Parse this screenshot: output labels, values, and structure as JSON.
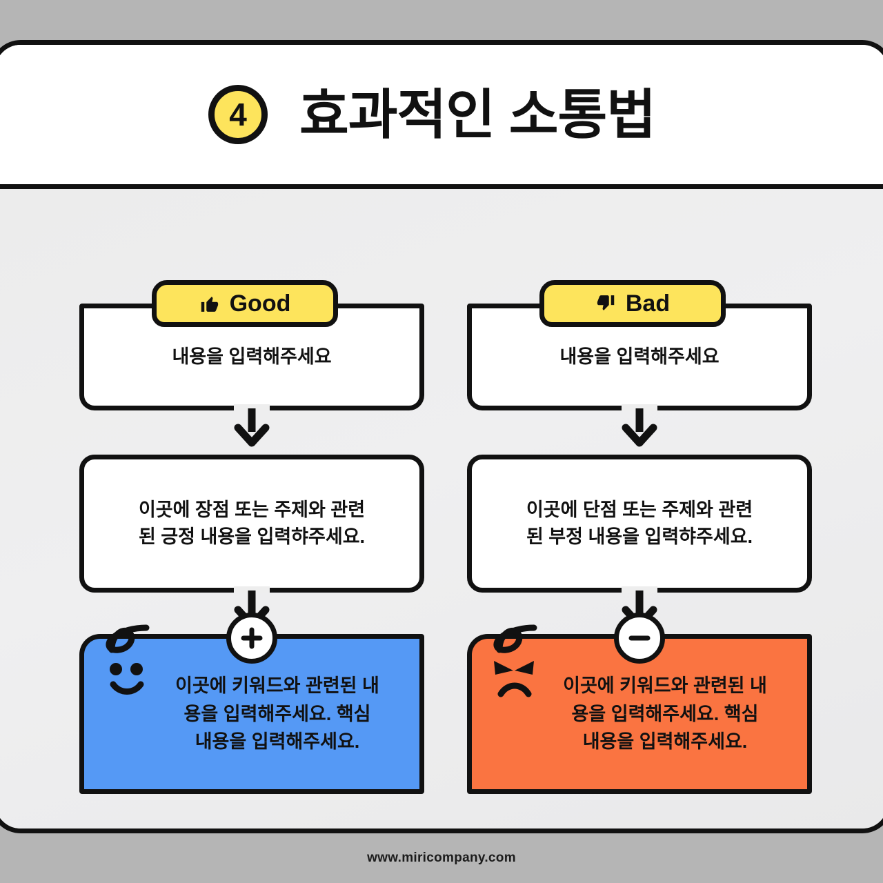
{
  "header": {
    "badge_number": "4",
    "title": "효과적인 소통법"
  },
  "columns": [
    {
      "id": "good",
      "tab_label": "Good",
      "tab_icon": "thumbs-up-icon",
      "box1_text": "내용을 입력해주세요",
      "box2_text": "이곳에 장점 또는 주제와 관련\n된 긍정 내용을 입력햐주세요.",
      "result_text": "이곳에 키워드와 관련된 내\n용을 입력해주세요. 핵심\n내용을 입력해주세요.",
      "result_color": "#5599F5",
      "sign_icon": "plus-icon",
      "face_icon": "happy-face-icon"
    },
    {
      "id": "bad",
      "tab_label": "Bad",
      "tab_icon": "thumbs-down-icon",
      "box1_text": "내용을 입력해주세요",
      "box2_text": "이곳에 단점 또는 주제와 관련\n된 부정 내용을 입력햐주세요.",
      "result_text": "이곳에 키워드와 관련된 내\n용을 입력해주세요. 핵심\n내용을 입력해주세요.",
      "result_color": "#FA7441",
      "sign_icon": "minus-icon",
      "face_icon": "angry-face-icon"
    }
  ],
  "footer": {
    "website": "www.miricompany.com"
  },
  "theme": {
    "accent_yellow": "#FDE45C",
    "good_blue": "#5599F5",
    "bad_orange": "#FA7441",
    "outline_black": "#111111",
    "page_gray": "#B5B5B5"
  }
}
